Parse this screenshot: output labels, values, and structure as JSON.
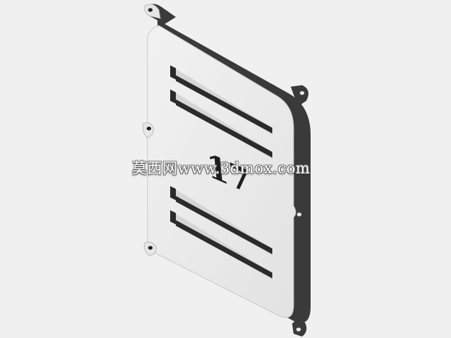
{
  "image": {
    "object": "perforated-metal-cover-plate",
    "plate_number": "17",
    "slot_count": 4,
    "mounting_tab_count": 6,
    "colors": {
      "background": "#f0f0f0",
      "plate_face": "#e8e8e8",
      "plate_edge": "#3a3a3a",
      "slot_shadow": "#2b2b2b",
      "text": "#1e1e1e"
    }
  },
  "watermark": {
    "text": "莫西网www.3dmox.com"
  }
}
